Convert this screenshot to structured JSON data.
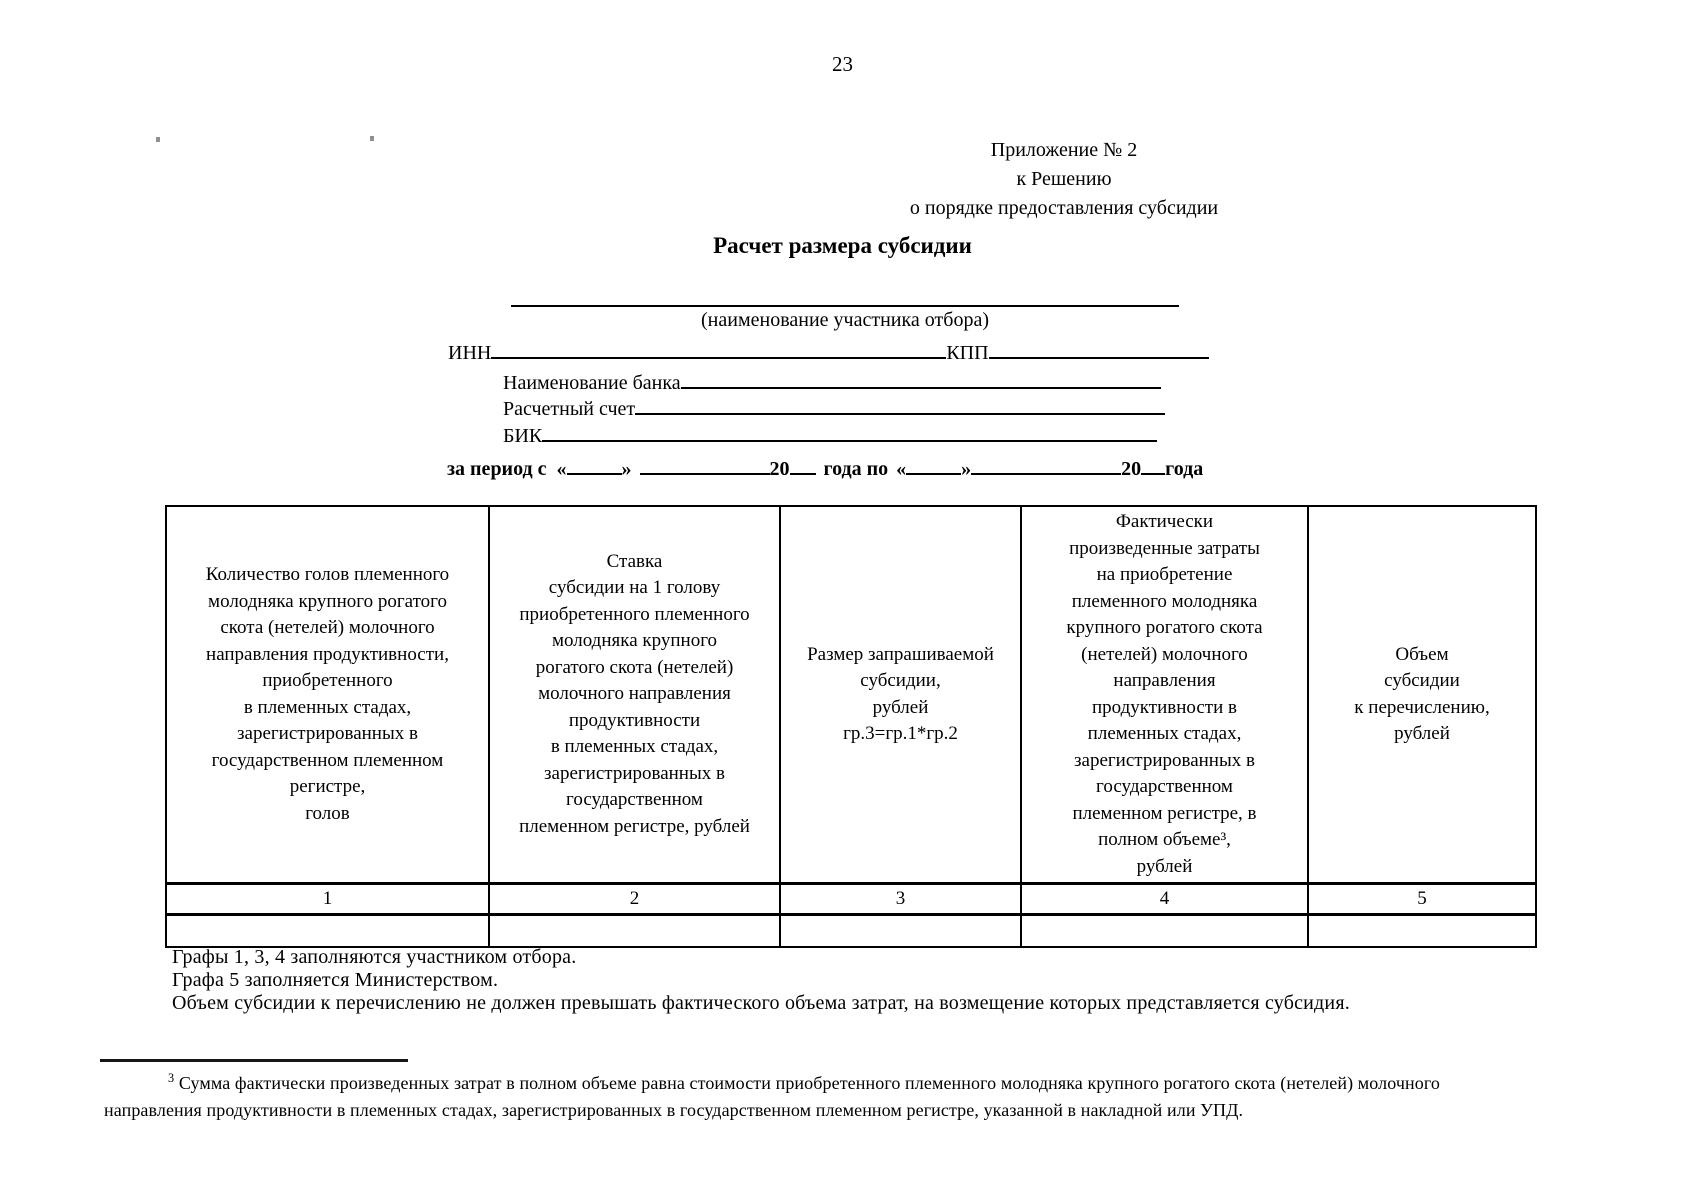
{
  "page_number": "23",
  "appendix": {
    "lines": [
      "Приложение № 2",
      "к Решению",
      "о порядке предоставления субсидии"
    ]
  },
  "title": "Расчет размера субсидии",
  "form": {
    "name_caption": "(наименование участника отбора)",
    "inn_label": "ИНН",
    "kpp_label": "КПП",
    "bank_label": "Наименование банка",
    "account_label": "Расчетный счет",
    "bik_label": "БИК",
    "period": {
      "prefix": "за период с",
      "open_quote": "«",
      "close_quote": "»",
      "year_prefix_1": "20",
      "middle": "года по",
      "year_prefix_2": "20",
      "suffix": "года"
    }
  },
  "table": {
    "headers": [
      "Количество голов племенного\nмолодняка крупного рогатого\nскота (нетелей) молочного\nнаправления продуктивности,\nприобретенного\nв племенных стадах,\nзарегистрированных в\nгосударственном племенном\nрегистре,\nголов",
      "Ставка\nсубсидии на 1 голову\nприобретенного племенного\nмолодняка крупного\nрогатого скота (нетелей)\nмолочного направления\nпродуктивности\nв племенных стадах,\nзарегистрированных в\nгосударственном\nплеменном регистре, рублей",
      "Размер запрашиваемой\nсубсидии,\nрублей\nгр.3=гр.1*гр.2",
      "Фактически\nпроизведенные затраты\nна приобретение\nплеменного молодняка\nкрупного рогатого скота\n(нетелей) молочного\nнаправления\nпродуктивности в\nплеменных стадах,\nзарегистрированных в\nгосударственном\nплеменном регистре, в\nполном объеме³,\nрублей",
      "Объем\nсубсидии\nк перечислению,\nрублей"
    ],
    "column_numbers": [
      "1",
      "2",
      "3",
      "4",
      "5"
    ]
  },
  "notes": [
    "Графы 1, 3, 4 заполняются участником отбора.",
    "Графа 5 заполняется Министерством.",
    "Объем субсидии к перечислению не должен превышать фактического объема затрат, на возмещение которых представляется субсидия."
  ],
  "footnote": {
    "marker": "3",
    "lines": [
      "Сумма фактически произведенных затрат в полном объеме равна стоимости приобретенного племенного молодняка крупного рогатого скота (нетелей) молочного",
      "направления продуктивности в племенных стадах, зарегистрированных в государственном племенном регистре, указанной в накладной или УПД."
    ]
  }
}
